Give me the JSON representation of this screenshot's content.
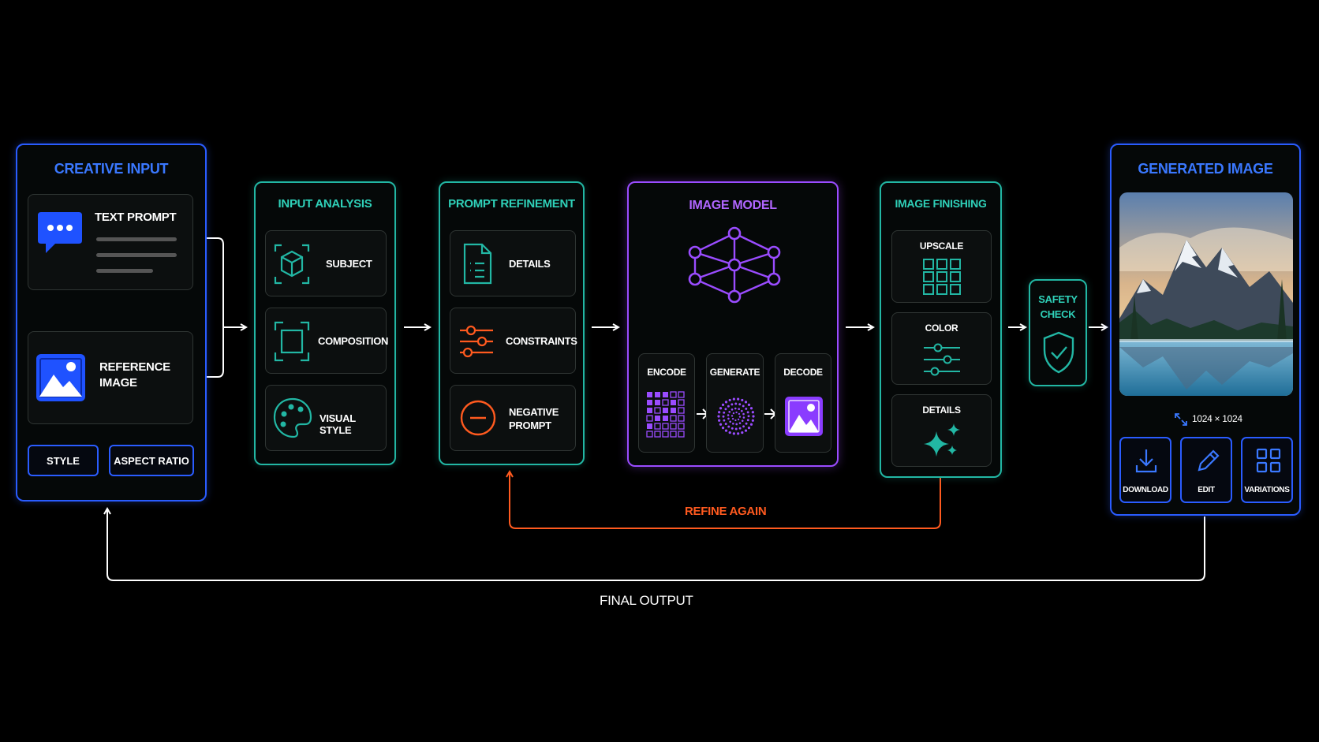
{
  "creative_input": {
    "title": "CREATIVE INPUT",
    "text_prompt": "TEXT PROMPT",
    "reference_image_line1": "REFERENCE",
    "reference_image_line2": "IMAGE",
    "style": "STYLE",
    "aspect_ratio": "ASPECT RATIO"
  },
  "input_analysis": {
    "title": "INPUT ANALYSIS",
    "subject": "SUBJECT",
    "composition": "COMPOSITION",
    "visual_style": "VISUAL STYLE"
  },
  "prompt_refinement": {
    "title": "PROMPT REFINEMENT",
    "details": "DETAILS",
    "constraints": "CONSTRAINTS",
    "negative_line1": "NEGATIVE",
    "negative_line2": "PROMPT"
  },
  "image_model": {
    "title": "IMAGE MODEL",
    "encode": "ENCODE",
    "generate": "GENERATE",
    "decode": "DECODE"
  },
  "image_finishing": {
    "title": "IMAGE FINISHING",
    "upscale": "UPSCALE",
    "color": "COLOR",
    "details": "DETAILS"
  },
  "safety_check": {
    "line1": "SAFETY",
    "line2": "CHECK"
  },
  "generated_image": {
    "title": "GENERATED IMAGE",
    "resolution": "1024 × 1024",
    "download": "DOWNLOAD",
    "edit": "EDIT",
    "variations": "VARIATIONS"
  },
  "loops": {
    "refine_again": "REFINE AGAIN",
    "final_output": "FINAL OUTPUT"
  },
  "colors": {
    "blue": "#2a5cff",
    "teal": "#22b7a4",
    "purple": "#9a4cff",
    "orange": "#ff5a1f"
  },
  "icons": [
    "chat-bubble-icon",
    "image-icon",
    "cube-icon",
    "frame-icon",
    "palette-icon",
    "document-icon",
    "sliders-icon",
    "minus-circle-icon",
    "network-icon",
    "pixel-grid-icon",
    "noise-circle-icon",
    "grid-icon",
    "sparkle-icon",
    "shield-check-icon",
    "expand-icon",
    "download-icon",
    "pencil-icon",
    "variations-grid-icon"
  ]
}
